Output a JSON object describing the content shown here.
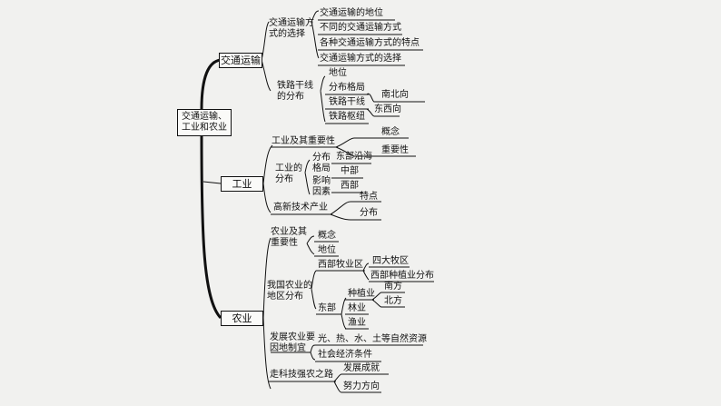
{
  "root": {
    "line1": "交通运输、",
    "line2": "工业和农业"
  },
  "transport": {
    "label": "交通运输",
    "choice": {
      "line1": "交通运输方",
      "line2": "式的选择"
    },
    "choice_items": [
      "交通运输的地位",
      "不同的交通运输方式",
      "各种交通运输方式的特点",
      "交通运输方式的选择"
    ],
    "rail": {
      "line1": "铁路干线",
      "line2": "的分布"
    },
    "rail_items": [
      "地位",
      "分布格局",
      "铁路干线",
      "铁路枢纽"
    ],
    "rail_dirs": [
      "南北向",
      "东西向"
    ]
  },
  "industry": {
    "label": "工业",
    "importance": "工业及其重要性",
    "importance_items": [
      "概念",
      "重要性"
    ],
    "distribution": {
      "line1": "工业的",
      "line2": "分布"
    },
    "pattern": {
      "line1": "分布",
      "line2": "格局"
    },
    "factors": {
      "line1": "影响",
      "line2": "因素"
    },
    "regions": [
      "东部沿海",
      "中部",
      "西部"
    ],
    "hightech": "高新技术产业",
    "hightech_items": [
      "特点",
      "分布"
    ]
  },
  "agriculture": {
    "label": "农业",
    "importance": {
      "line1": "农业及其",
      "line2": "重要性"
    },
    "importance_items": [
      "概念",
      "地位"
    ],
    "regional": {
      "line1": "我国农业的",
      "line2": "地区分布"
    },
    "west": "西部牧业区",
    "west_items": [
      "四大牧区",
      "西部种植业分布"
    ],
    "east": "东部",
    "east_items": [
      "种植业",
      "林业",
      "渔业"
    ],
    "planting_items": [
      "南方",
      "北方"
    ],
    "develop": {
      "line1": "发展农业要",
      "line2": "因地制宜"
    },
    "develop_items": [
      "光、热、水、土等自然资源",
      "社会经济条件"
    ],
    "tech": "走科技强农之路",
    "tech_items": [
      "发展成就",
      "努力方向"
    ]
  }
}
